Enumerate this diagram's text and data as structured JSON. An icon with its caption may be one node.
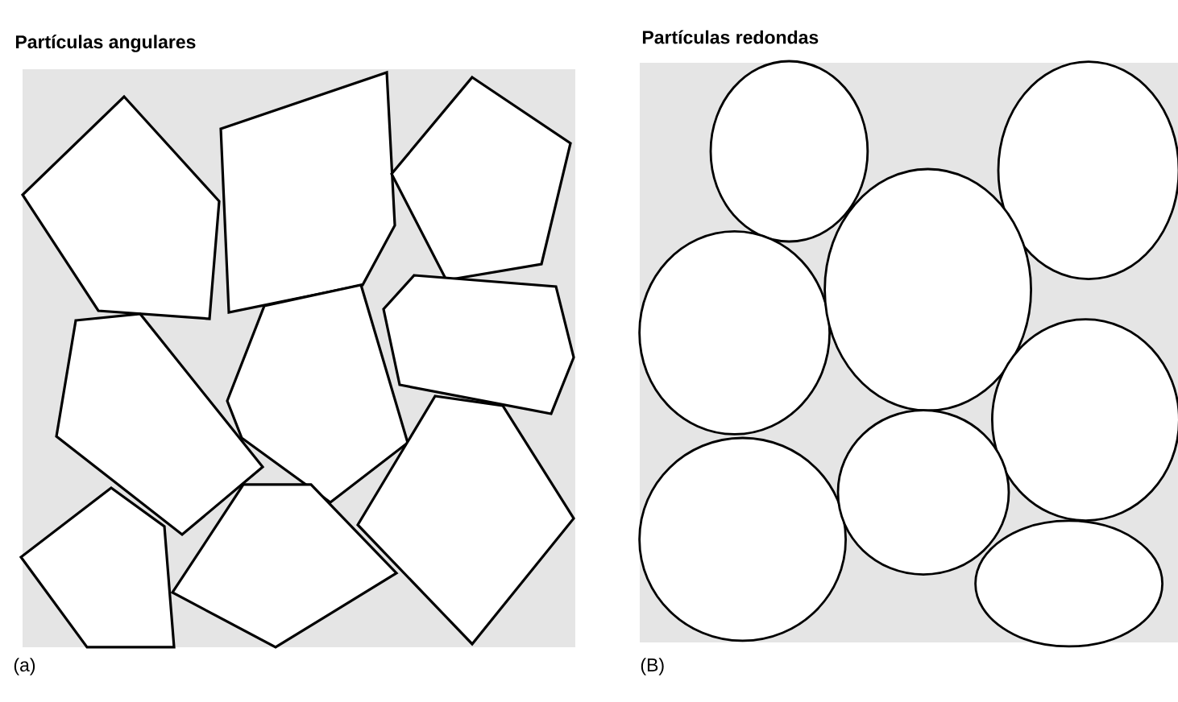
{
  "diagram": {
    "labels": [
      "Partículas angulares",
      "Partículas redondas",
      "(a)",
      "(B)"
    ]
  }
}
